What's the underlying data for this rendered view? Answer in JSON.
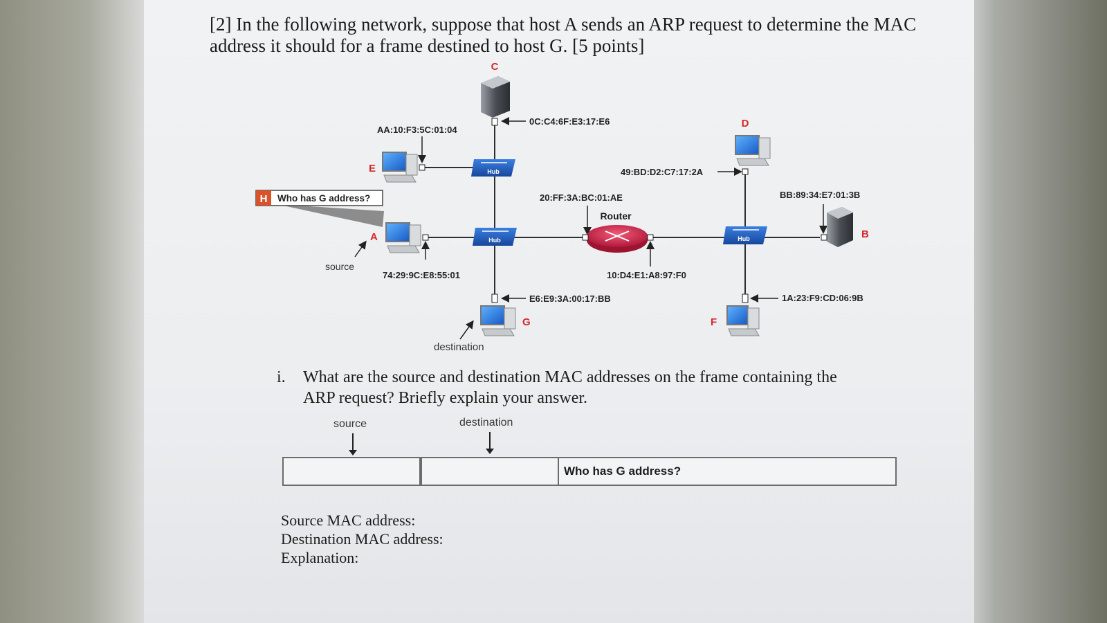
{
  "question": {
    "line1": "[2] In the following network, suppose that host A sends an ARP request to determine the MAC",
    "line2": "address it should for a frame destined to host G.  [5 points]"
  },
  "diagram": {
    "host_labels": {
      "C": "C",
      "D": "D",
      "E": "E",
      "A": "A",
      "B": "B",
      "G": "G",
      "F": "F",
      "H": "H"
    },
    "macs": {
      "C": "0C:C4:6F:E3:17:E6",
      "E": "AA:10:F3:5C:01:04",
      "D": "49:BD:D2:C7:17:2A",
      "router_left": "20:FF:3A:BC:01:AE",
      "B": "BB:89:34:E7:01:3B",
      "A": "74:29:9C:E8:55:01",
      "router_right": "10:D4:E1:A8:97:F0",
      "G": "E6:E9:3A:00:17:BB",
      "F": "1A:23:F9:CD:06:9B"
    },
    "hub_label": "Hub",
    "router_label": "Router",
    "callout_text": "Who has G address?",
    "source_label": "source",
    "destination_label": "destination",
    "colors": {
      "hub": "#1f5bb8",
      "router": "#d8304f",
      "host_letter": "#d8262b"
    }
  },
  "sub_question": {
    "number": "i.",
    "line1": "What are the source and destination MAC addresses on the frame containing the",
    "line2": "ARP request?  Briefly explain your answer."
  },
  "frame": {
    "source_label": "source",
    "destination_label": "destination",
    "payload": "Who has G address?"
  },
  "answers": {
    "source": "Source MAC address:",
    "destination": "Destination MAC address:",
    "explanation": "Explanation:"
  }
}
